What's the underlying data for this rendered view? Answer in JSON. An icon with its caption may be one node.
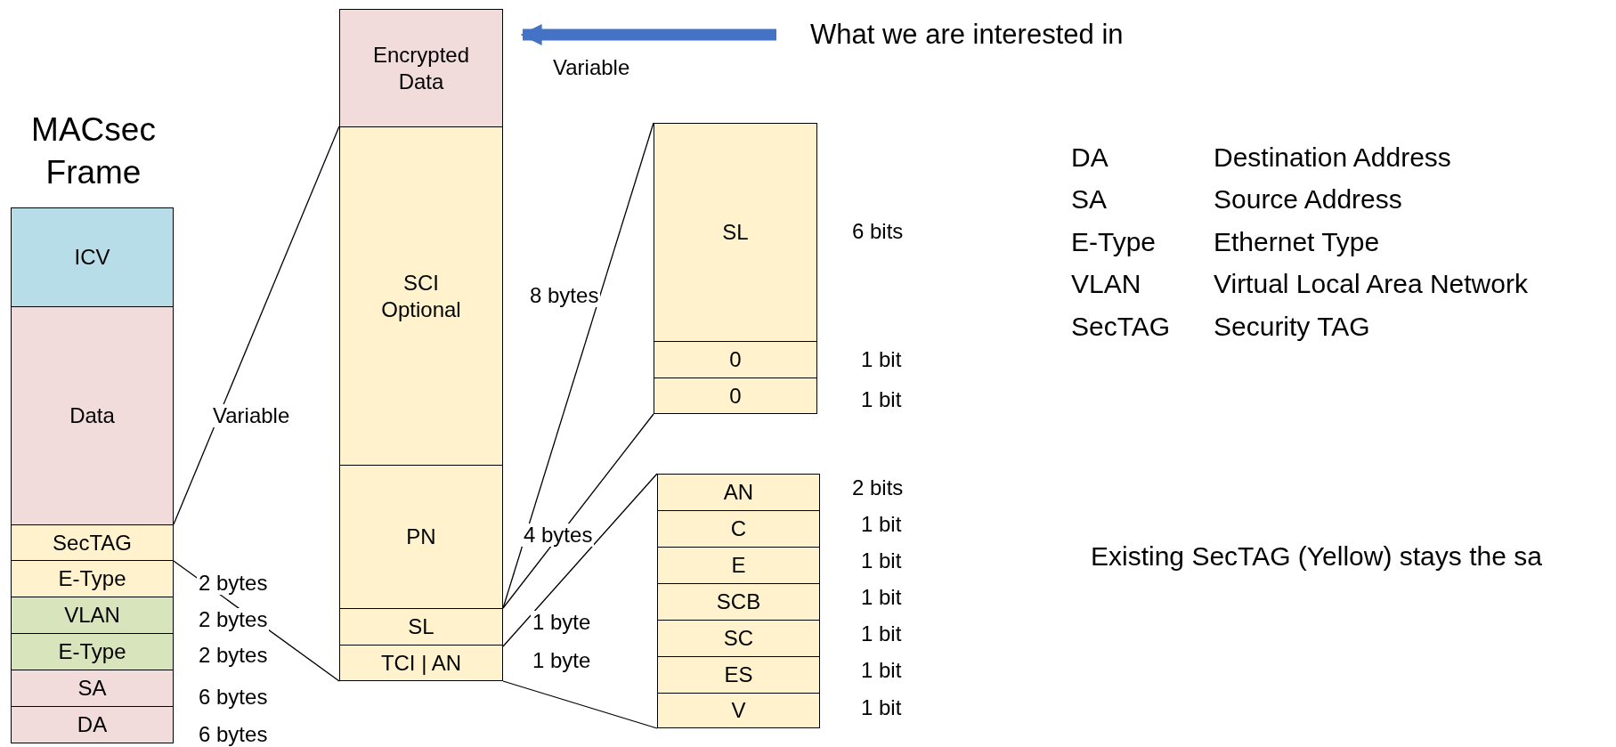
{
  "diagram": {
    "title": "MACsec Frame",
    "nodes": [
      {
        "text": [
          "ICV"
        ]
      },
      {
        "text": [
          "Data"
        ],
        "beside": [
          "Variable"
        ]
      },
      {
        "text": [
          "SecTAG"
        ]
      },
      {
        "text": [
          "E-Type"
        ],
        "beside": [
          "2 bytes"
        ]
      },
      {
        "text": [
          "VLAN"
        ],
        "beside": [
          "2 bytes"
        ]
      },
      {
        "text": [
          "E-Type"
        ],
        "beside": [
          "2 bytes"
        ]
      },
      {
        "text": [
          "SA"
        ],
        "beside": [
          "6 bytes"
        ]
      },
      {
        "text": [
          "DA"
        ],
        "beside": [
          "6 bytes"
        ]
      },
      {
        "text": [
          "Encrypted Data"
        ]
      },
      {
        "text": [
          "SCI Optional"
        ],
        "beside": [
          "8 bytes"
        ]
      },
      {
        "text": [
          "PN"
        ],
        "beside": [
          "4 bytes"
        ]
      },
      {
        "text": [
          "SL"
        ],
        "beside": [
          "1 byte"
        ]
      },
      {
        "text": [
          "TCI | AN"
        ],
        "beside": [
          "1 byte"
        ]
      },
      {
        "text": [
          "SL"
        ],
        "beside": [
          "6 bits"
        ]
      },
      {
        "text": [
          "0"
        ],
        "beside": [
          "1 bit"
        ]
      },
      {
        "text": [
          "0"
        ],
        "beside": [
          "1 bit"
        ]
      },
      {
        "text": [
          "AN"
        ],
        "beside": [
          "2 bits"
        ]
      },
      {
        "text": [
          "C"
        ],
        "beside": [
          "1 bit"
        ]
      },
      {
        "text": [
          "E"
        ],
        "beside": [
          "1 bit"
        ]
      },
      {
        "text": [
          "SCB"
        ],
        "beside": [
          "1 bit"
        ]
      },
      {
        "text": [
          "SC"
        ],
        "beside": [
          "1 bit"
        ]
      },
      {
        "text": [
          "ES"
        ],
        "beside": [
          "1 bit"
        ]
      },
      {
        "text": [
          "V"
        ],
        "beside": [
          "1 bit"
        ]
      },
      {
        "text": [
          "What we are interested in"
        ]
      }
    ],
    "edges": [
      {
        "from": 2,
        "to": 9,
        "arrow": "none"
      },
      {
        "from": 2,
        "to": 12,
        "arrow": "none"
      },
      {
        "from": 11,
        "to": 13,
        "arrow": "none"
      },
      {
        "from": 11,
        "to": 15,
        "arrow": "none"
      },
      {
        "from": 12,
        "to": 16,
        "arrow": "none"
      },
      {
        "from": 12,
        "to": 22,
        "arrow": "none"
      },
      {
        "from": 23,
        "to": 8,
        "arrow": "to",
        "label": "Variable",
        "style": "thick",
        "color": "#4472c4"
      }
    ],
    "labels": [
      "DA",
      "Destination Address",
      "SA",
      "Source Address",
      "E-Type",
      "Ethernet Type",
      "VLAN",
      "Virtual Local Area Network",
      "SecTAG",
      "Security TAG",
      "Existing SecTAG (Yellow) stays the sa"
    ]
  }
}
